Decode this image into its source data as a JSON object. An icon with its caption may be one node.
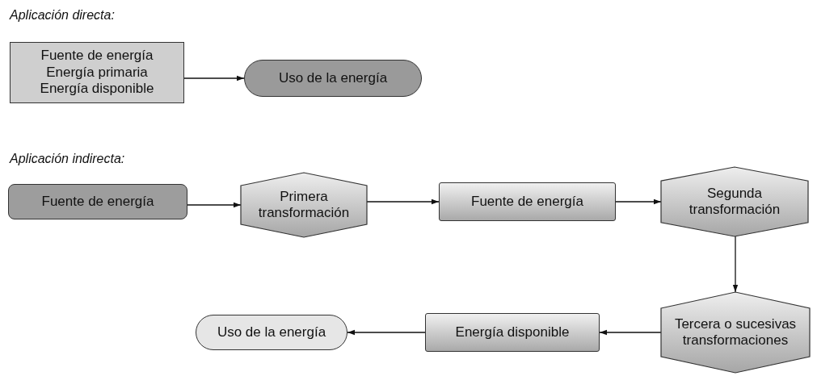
{
  "diagram": {
    "nodes": [
      {
        "text": [
          "Fuente de energía",
          "Energía primaria",
          "Energía disponible"
        ]
      },
      {
        "text": [
          "Uso de la energía"
        ]
      },
      {
        "text": [
          "Fuente de energía"
        ]
      },
      {
        "text": [
          "Primera transformación"
        ]
      },
      {
        "text": [
          "Fuente de energía"
        ]
      },
      {
        "text": [
          "Segunda transformación"
        ]
      },
      {
        "text": [
          "Tercera o sucesivas transformaciones"
        ]
      },
      {
        "text": [
          "Energía disponible"
        ]
      },
      {
        "text": [
          "Uso de la energía"
        ]
      }
    ],
    "edges": [
      {
        "from": 0,
        "to": 1,
        "arrow": "to"
      },
      {
        "from": 2,
        "to": 3,
        "arrow": "to"
      },
      {
        "from": 3,
        "to": 4,
        "arrow": "to"
      },
      {
        "from": 4,
        "to": 5,
        "arrow": "to"
      },
      {
        "from": 5,
        "to": 6,
        "arrow": "to"
      },
      {
        "from": 6,
        "to": 7,
        "arrow": "to"
      },
      {
        "from": 7,
        "to": 8,
        "arrow": "to"
      }
    ],
    "labels": [
      "Aplicación directa:",
      "Aplicación indirecta:"
    ]
  }
}
